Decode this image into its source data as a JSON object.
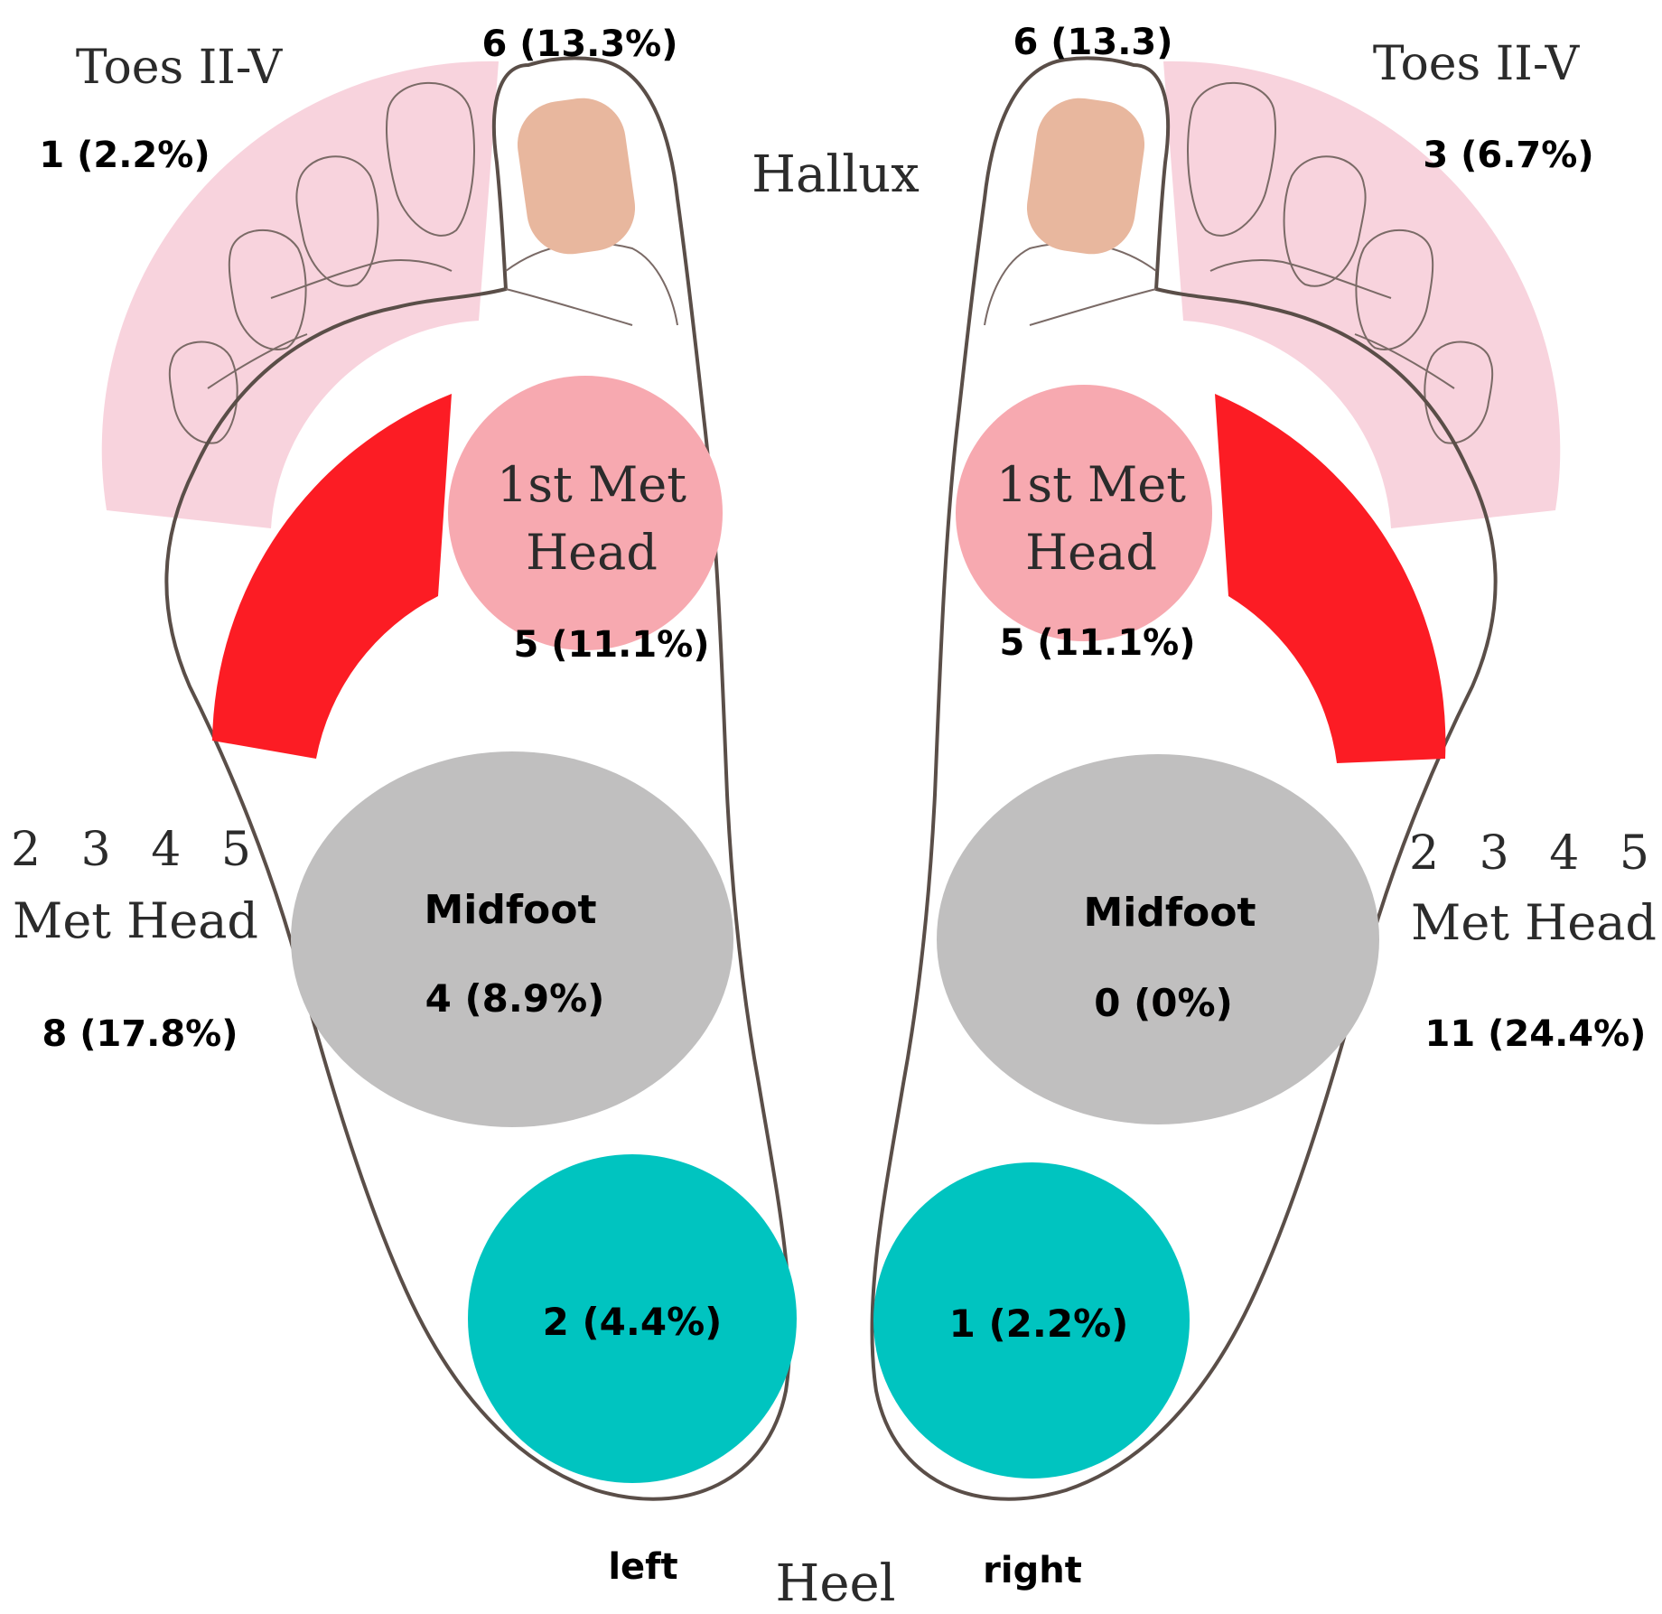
{
  "regions": {
    "toes": {
      "name": "Toes II-V",
      "left": "1 (2.2%)",
      "right": "3 (6.7%)",
      "color": "#f8d3dd"
    },
    "hallux": {
      "name": "Hallux",
      "left": "6 (13.3%)",
      "right": "6 (13.3)",
      "color": "#e8b79e"
    },
    "first_met": {
      "name_line1": "1st Met",
      "name_line2": "Head",
      "left": "5 (11.1%)",
      "right": "5 (11.1%)",
      "color": "#f7a9b0"
    },
    "lesser_met": {
      "name_line1": "2 3 4 5",
      "name_line2": "Met Head",
      "left": "8 (17.8%)",
      "right": "11 (24.4%)",
      "color": "#fc1c24"
    },
    "midfoot": {
      "name": "Midfoot",
      "left": "4 (8.9%)",
      "right": "0 (0%)",
      "color": "#c0bfbf"
    },
    "heel": {
      "name": "Heel",
      "left": "2 (4.4%)",
      "right": "1 (2.2%)",
      "color": "#00c4c0"
    }
  },
  "sides": {
    "left": "left",
    "right": "right"
  },
  "outline_color": "#5a4e48"
}
